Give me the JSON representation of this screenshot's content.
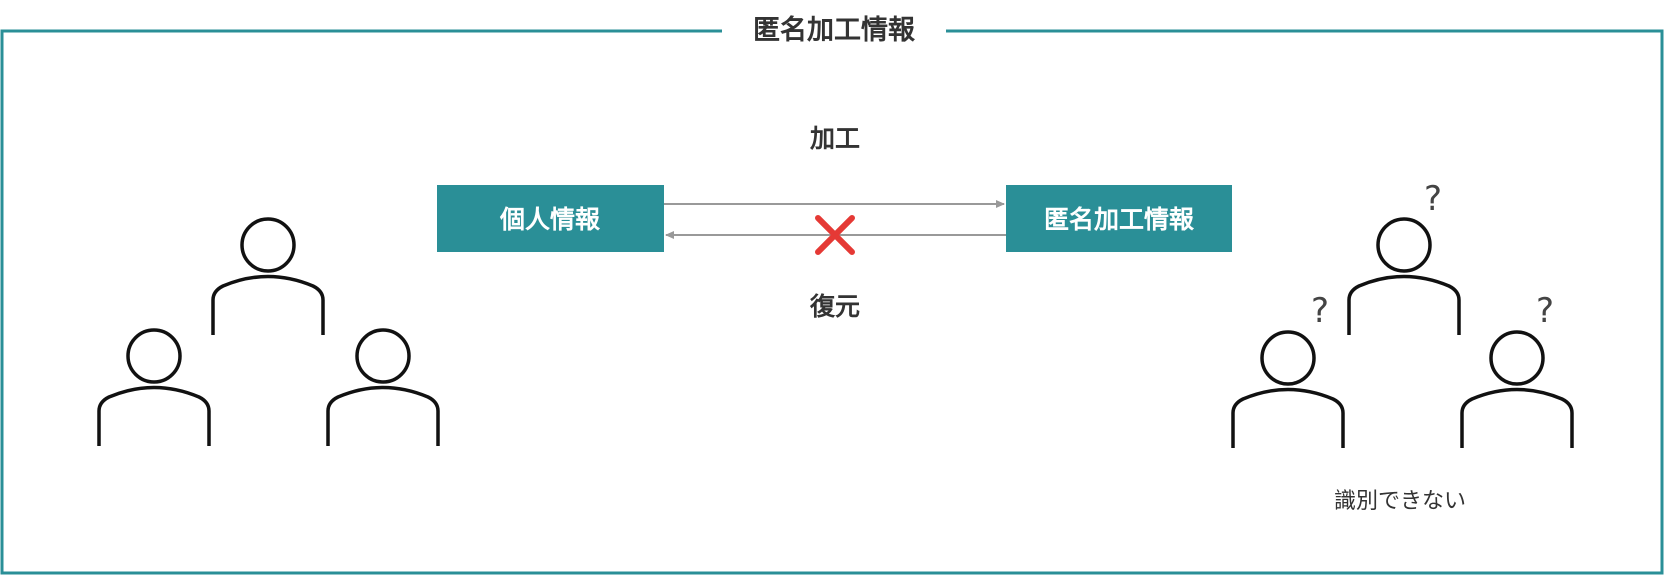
{
  "frame": {
    "title": "匿名加工情報"
  },
  "process": {
    "source_label": "個人情報",
    "target_label": "匿名加工情報",
    "forward_label": "加工",
    "reverse_label": "復元",
    "reverse_blocked_icon": "cross-icon"
  },
  "right_group": {
    "caption": "識別できない",
    "question_mark": "?"
  },
  "colors": {
    "accent": "#2a8f97",
    "arrow": "#999999",
    "cross": "#e53935",
    "text": "#333333"
  }
}
